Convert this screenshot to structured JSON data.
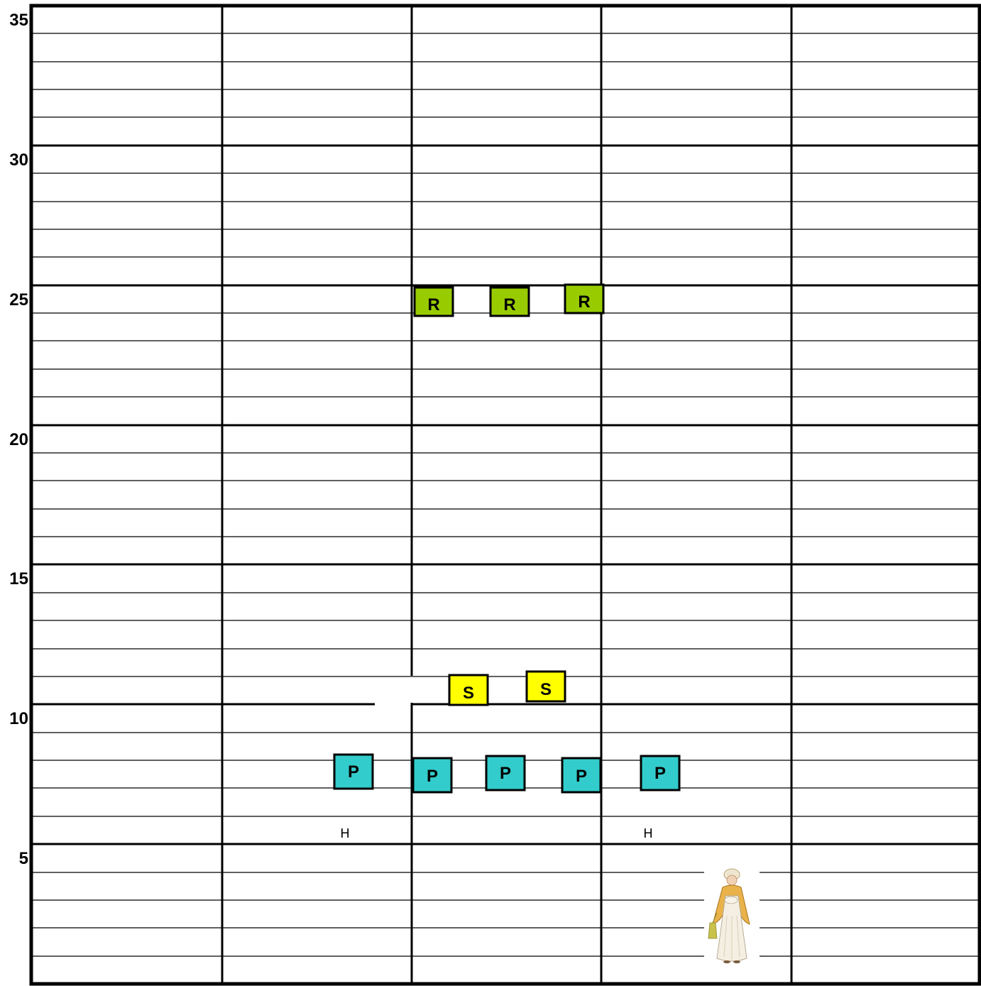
{
  "y_labels": [
    "35",
    "30",
    "25",
    "20",
    "15",
    "10",
    "5"
  ],
  "tokens": [
    {
      "label": "R",
      "kind": "r"
    },
    {
      "label": "R",
      "kind": "r"
    },
    {
      "label": "R",
      "kind": "r"
    },
    {
      "label": "S",
      "kind": "s"
    },
    {
      "label": "S",
      "kind": "s"
    },
    {
      "label": "P",
      "kind": "p"
    },
    {
      "label": "P",
      "kind": "p"
    },
    {
      "label": "P",
      "kind": "p"
    },
    {
      "label": "P",
      "kind": "p"
    },
    {
      "label": "P",
      "kind": "p"
    }
  ],
  "h_labels": [
    "H",
    "H"
  ],
  "colors": {
    "r": "#99cc00",
    "s": "#ffff00",
    "p": "#33cccc",
    "line": "#000000"
  },
  "figure": {
    "name": "lady-figure"
  }
}
